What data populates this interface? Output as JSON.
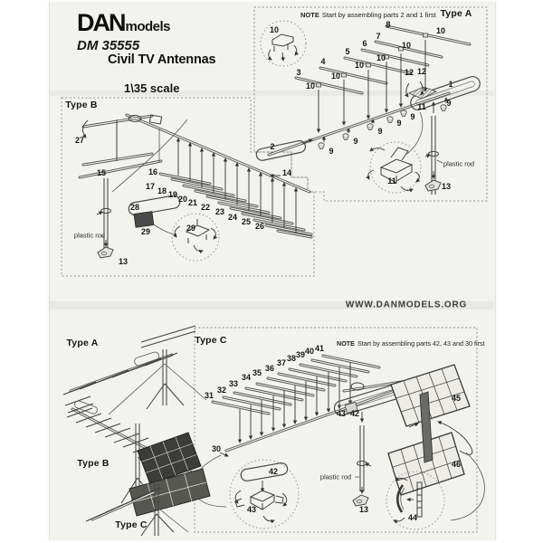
{
  "header": {
    "brand_primary": "DAN",
    "brand_secondary": "models",
    "kit_number": "DM 35555",
    "product_title": "Civil TV Antennas",
    "scale": "1\\35 scale"
  },
  "website": "WWW.DANMODELS.ORG",
  "type_a": {
    "title": "Type A",
    "note_label": "NOTE",
    "note_text": "Start by assembling parts 2 and 1 first",
    "plastic_rod": "plastic rod",
    "parts": {
      "p1": "1",
      "p2": "2",
      "p3": "3",
      "p4": "4",
      "p5": "5",
      "p6": "6",
      "p7": "7",
      "p8": "8",
      "p9_1": "9",
      "p9_2": "9",
      "p9_3": "9",
      "p9_4": "9",
      "p9_5": "9",
      "p9_6": "9",
      "p10_circle": "10",
      "p10_1": "10",
      "p10_2": "10",
      "p10_3": "10",
      "p10_4": "10",
      "p10_5": "10",
      "p10_6": "10",
      "p11": "11",
      "p11_detail": "11",
      "p12_a": "12",
      "p12_b": "12",
      "p13": "13"
    }
  },
  "type_b": {
    "title": "Type B",
    "plastic_rod": "plastic rod",
    "parts": {
      "p13": "13",
      "p14": "14",
      "p15": "15",
      "p16": "16",
      "p17": "17",
      "p18": "18",
      "p19": "19",
      "p20": "20",
      "p21": "21",
      "p22": "22",
      "p23": "23",
      "p24": "24",
      "p25": "25",
      "p26": "26",
      "p27": "27",
      "p28": "28",
      "p29": "29",
      "p29_detail": "29"
    }
  },
  "type_c": {
    "title": "Type C",
    "note_label": "NOTE",
    "note_text": "Start by assembling parts 42, 43 and 30 first",
    "plastic_rod": "plastic rod",
    "parts": {
      "p13": "13",
      "p30": "30",
      "p31": "31",
      "p32": "32",
      "p33": "33",
      "p34": "34",
      "p35": "35",
      "p36": "36",
      "p37": "37",
      "p38": "38",
      "p39": "39",
      "p40": "40",
      "p41": "41",
      "p42": "42",
      "p43": "43",
      "p42_detail": "42",
      "p43_detail": "43",
      "p44": "44",
      "p45": "45",
      "p46": "46"
    }
  },
  "gallery": {
    "type_a_label": "Type A",
    "type_b_label": "Type B",
    "type_c_label": "Type C"
  },
  "colors": {
    "paper": "#f2f2ee",
    "ink": "#1c1c1c",
    "line_art": "#4a4a4a",
    "dashed_border": "#8f8f8f"
  }
}
